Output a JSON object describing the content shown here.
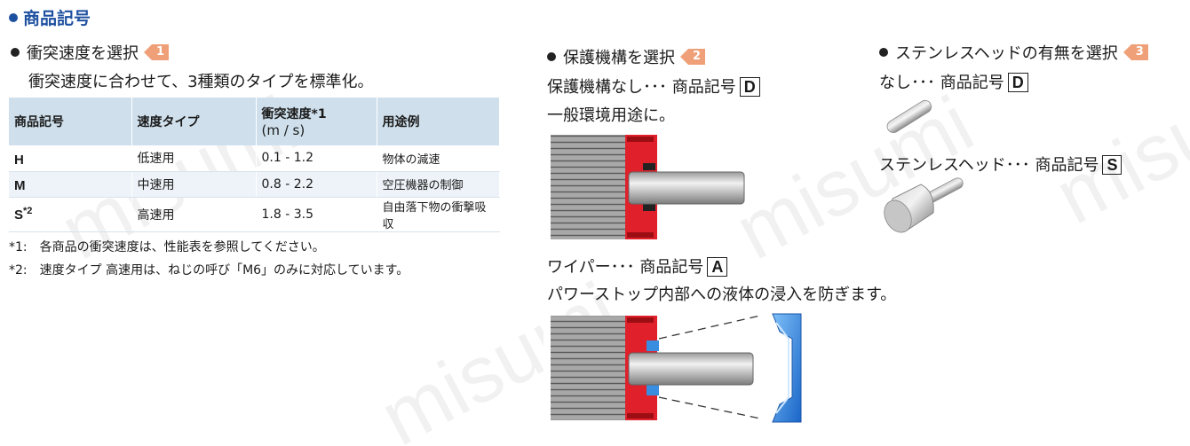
{
  "watermark": "misumi",
  "section_title": "商品記号",
  "collision": {
    "heading": "衝突速度を選択",
    "tag": "1",
    "description": "衝突速度に合わせて、3種類のタイプを標準化。",
    "table": {
      "headers": [
        "商品記号",
        "速度タイプ",
        "衝突速度*1",
        "用途例"
      ],
      "header_unit": "(m / s)",
      "rows": [
        {
          "code": "H",
          "sup": "",
          "type": "低速用",
          "speed": "0.1 - 1.2",
          "use": "物体の減速"
        },
        {
          "code": "M",
          "sup": "",
          "type": "中速用",
          "speed": "0.8 - 2.2",
          "use": "空圧機器の制御"
        },
        {
          "code": "S",
          "sup": "*2",
          "type": "高速用",
          "speed": "1.8 - 3.5",
          "use": "自由落下物の衝撃吸収"
        }
      ]
    },
    "notes": [
      "*1:　各商品の衝突速度は、性能表を参照してください。",
      "*2:　速度タイプ 高速用は、ねじの呼び「M6」のみに対応しています。"
    ]
  },
  "protection": {
    "heading": "保護機構を選択",
    "tag": "2",
    "none_label": "保護機構なし･･･ 商品記号",
    "none_code": "D",
    "none_desc": "一般環境用途に。",
    "wiper_label": "ワイパー･･･ 商品記号",
    "wiper_code": "A",
    "wiper_desc": "パワーストップ内部への液体の浸入を防ぎます。"
  },
  "stainless": {
    "heading": "ステンレスヘッドの有無を選択",
    "tag": "3",
    "none_label": "なし･･･ 商品記号",
    "none_code": "D",
    "head_label": "ステンレスヘッド･･･ 商品記号",
    "head_code": "S"
  },
  "colors": {
    "accent": "#1e50a0",
    "tag": "#f0a078",
    "table_header": "#cfe0ec",
    "seal_red": "#e0202a",
    "wiper_blue": "#3a8ee0"
  }
}
